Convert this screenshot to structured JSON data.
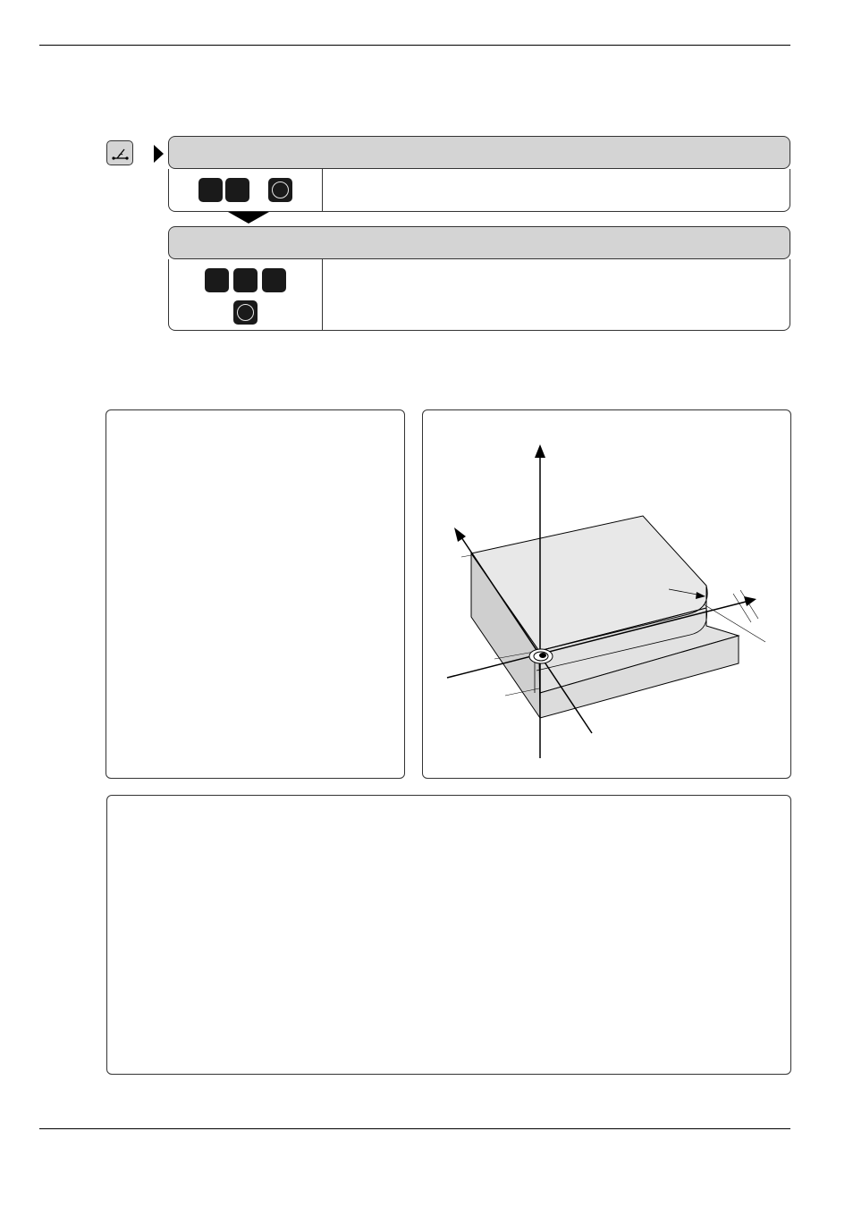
{
  "page": {
    "header_rule": "",
    "footer_rule": ""
  },
  "procedure": {
    "icon": "probe-edge-icon",
    "steps": [
      {
        "keys": [
          "digit-key",
          "digit-key",
          "enter-key"
        ]
      },
      {
        "keys": [
          "digit-key",
          "digit-key",
          "digit-key",
          "enter-key"
        ]
      }
    ]
  },
  "figure": {
    "icon": "workpiece-axes-figure"
  },
  "colors": {
    "header_fill": "#d4d4d4",
    "key_fill": "#1a1a1a",
    "block_top": "#e8e8e8",
    "block_side": "#cfcfcf",
    "block_front": "#dcdcdc"
  }
}
